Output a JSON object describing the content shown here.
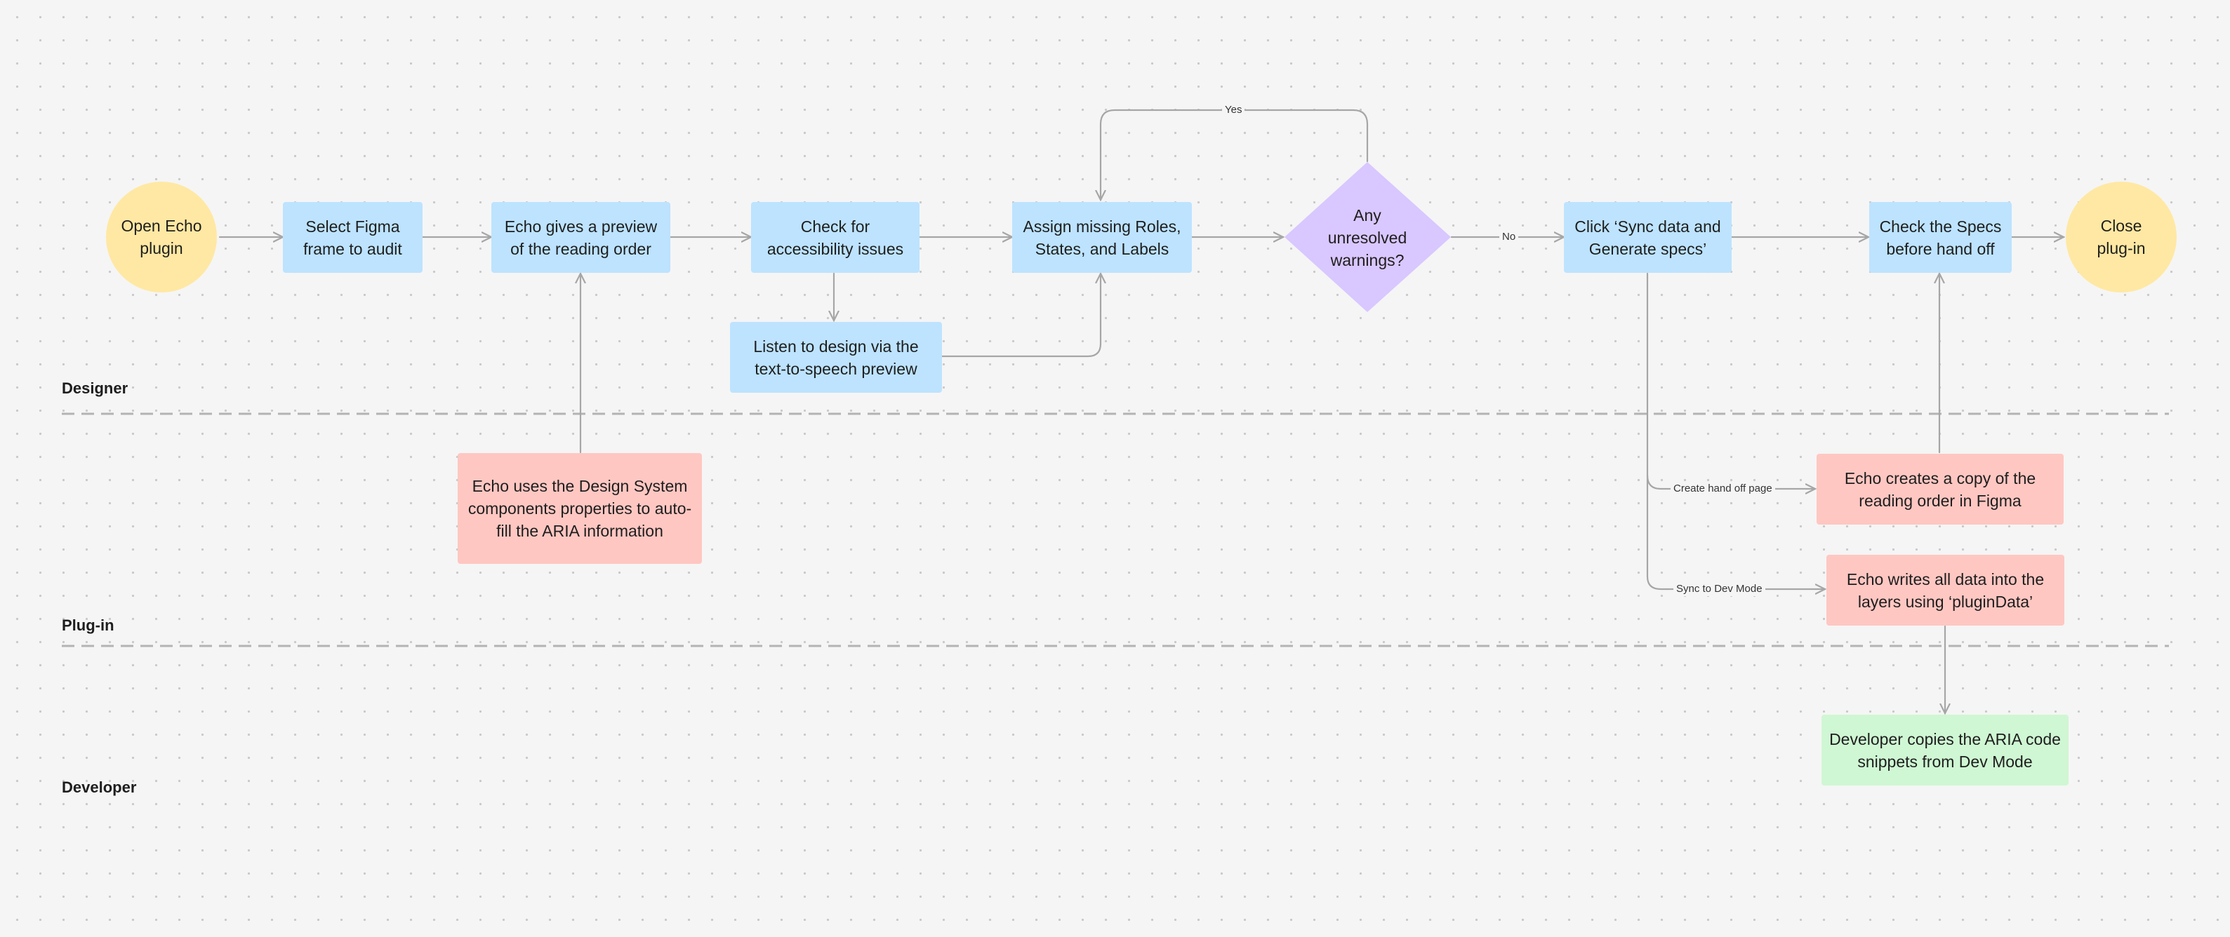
{
  "lanes": {
    "designer": "Designer",
    "plugin": "Plug-in",
    "developer": "Developer"
  },
  "nodes": {
    "open_echo": "Open Echo\nplugin",
    "select_frame": "Select Figma\nframe to audit",
    "preview_order": "Echo gives a preview\nof the reading order",
    "check_issues": "Check for\naccessibility issues",
    "assign_roles": "Assign missing Roles,\nStates, and Labels",
    "decision": "Any\nunresolved\nwarnings?",
    "sync_data": "Click ‘Sync data and\nGenerate specs’",
    "check_specs": "Check the Specs\nbefore hand off",
    "close_plugin": "Close\nplug-in",
    "listen_tts": "Listen to design via the\ntext-to-speech preview",
    "autofill_aria": "Echo uses the Design System\ncomponents properties to auto-\nfill the ARIA information",
    "copy_reading_order": "Echo creates a copy of the\nreading order in Figma",
    "write_plugindata": "Echo writes all data into the\nlayers using ‘pluginData’",
    "dev_copies": "Developer copies the ARIA code\nsnippets from Dev Mode"
  },
  "edge_labels": {
    "yes": "Yes",
    "no": "No",
    "create_handoff": "Create hand off page",
    "sync_dev_mode": "Sync to Dev Mode"
  },
  "colors": {
    "process": "#bde3ff",
    "plugin_action": "#ffc7c2",
    "developer_action": "#cff7d3",
    "terminal": "#ffe8a3",
    "decision": "#d9c7ff",
    "connector": "#a6a6a6",
    "lane_divider": "#b3b3b3"
  }
}
